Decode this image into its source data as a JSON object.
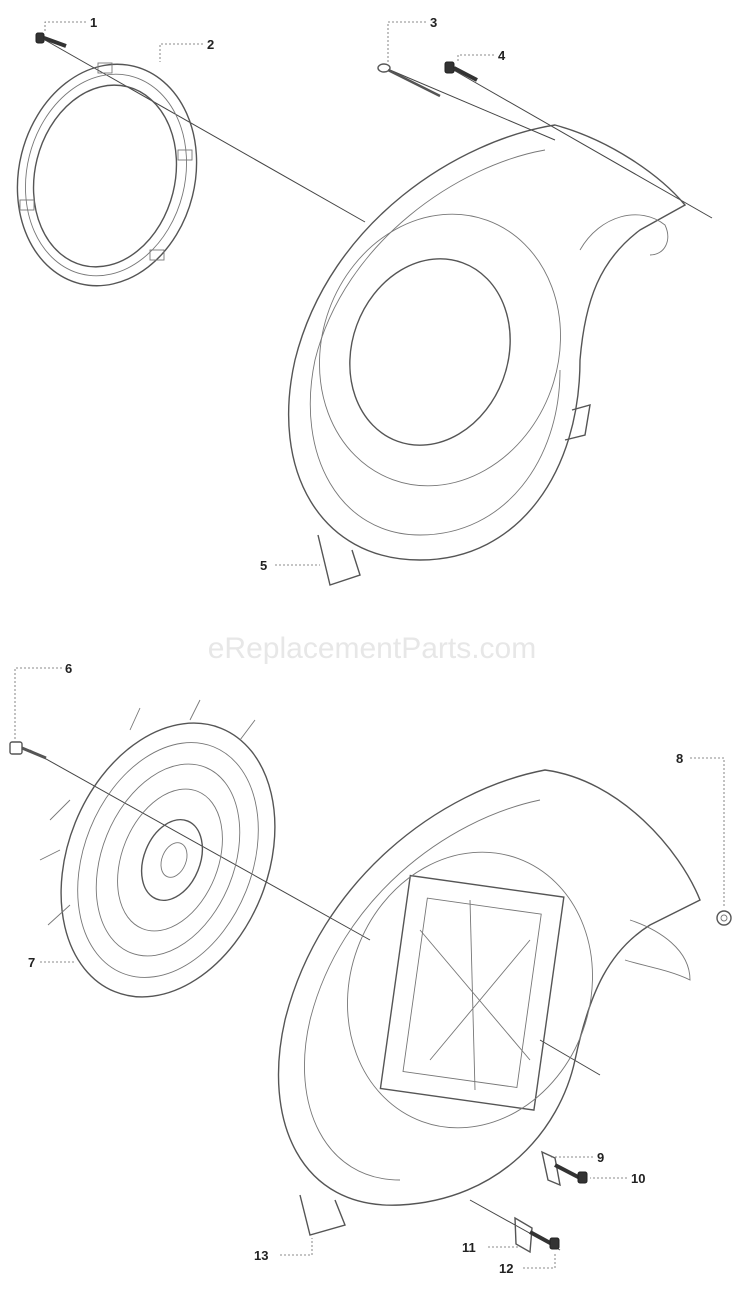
{
  "watermark": "eReplacementParts.com",
  "callouts": [
    {
      "id": "c1",
      "label": "1"
    },
    {
      "id": "c2",
      "label": "2"
    },
    {
      "id": "c3",
      "label": "3"
    },
    {
      "id": "c4",
      "label": "4"
    },
    {
      "id": "c5",
      "label": "5"
    },
    {
      "id": "c6",
      "label": "6"
    },
    {
      "id": "c7",
      "label": "7"
    },
    {
      "id": "c8",
      "label": "8"
    },
    {
      "id": "c9",
      "label": "9"
    },
    {
      "id": "c10",
      "label": "10"
    },
    {
      "id": "c11",
      "label": "11"
    },
    {
      "id": "c12",
      "label": "12"
    },
    {
      "id": "c13",
      "label": "13"
    }
  ]
}
